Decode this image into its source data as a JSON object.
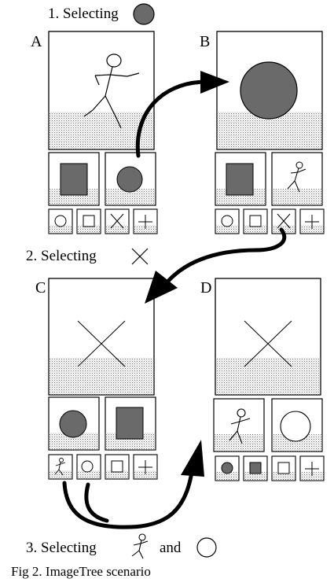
{
  "steps": {
    "s1": "1. Selecting",
    "s2": "2. Selecting",
    "s3_prefix": "3. Selecting",
    "s3_and": "and"
  },
  "panels": {
    "a": "A",
    "b": "B",
    "c": "C",
    "d": "D"
  },
  "caption": "Fig 2. ImageTree scenario",
  "colors": {
    "ink": "#000000",
    "shape_fill": "#6a6a6a",
    "ground": "#d0d0d0",
    "background": "#ffffff"
  },
  "icons": [
    "circle-icon",
    "square-icon",
    "x-icon",
    "plus-icon",
    "stick-figure-icon"
  ]
}
